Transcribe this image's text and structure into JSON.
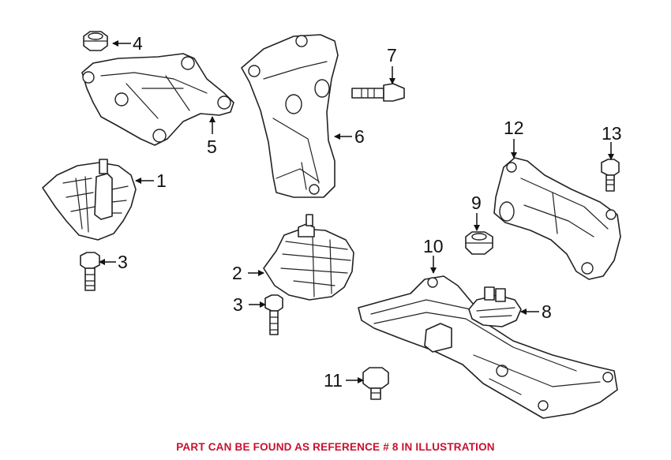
{
  "callouts": {
    "c1": "1",
    "c2": "2",
    "c3a": "3",
    "c3b": "3",
    "c4": "4",
    "c5": "5",
    "c6": "6",
    "c7": "7",
    "c8": "8",
    "c9": "9",
    "c10": "10",
    "c11": "11",
    "c12": "12",
    "c13": "13"
  },
  "footer": {
    "note": "PART CAN BE FOUND AS REFERENCE # 8 IN ILLUSTRATION"
  },
  "colors": {
    "note": "#c8102e",
    "lines": "#222222"
  }
}
